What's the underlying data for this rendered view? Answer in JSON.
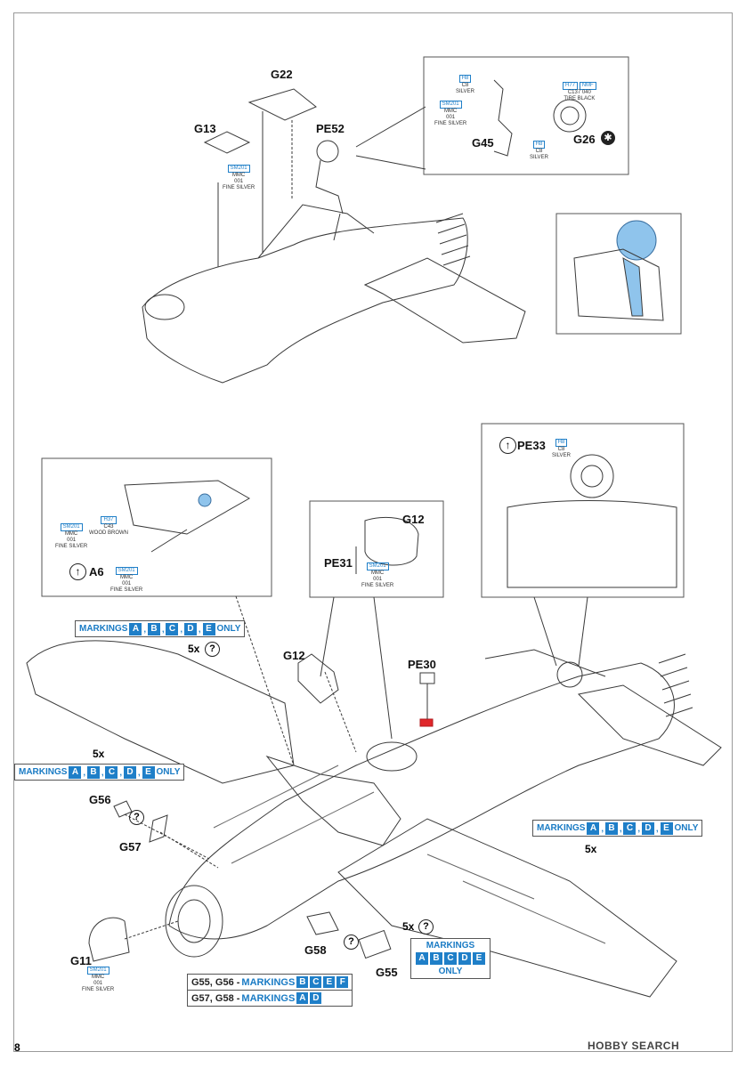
{
  "page_number": "8",
  "labels": {
    "g22": "G22",
    "g13": "G13",
    "pe52": "PE52",
    "g45": "G45",
    "g26": "G26",
    "pe33": "PE33",
    "a6": "A6",
    "g12_inset": "G12",
    "pe31": "PE31",
    "g12_main": "G12",
    "pe30": "PE30",
    "g56": "G56",
    "g57": "G57",
    "g58": "G58",
    "g55": "G55",
    "g11": "G11"
  },
  "counts": {
    "x5_a": "5x",
    "x5_b": "5x",
    "x5_c": "5x",
    "x5_d": "5x"
  },
  "paint_callouts": {
    "g13_silver": {
      "code": "SM201",
      "line2": "MMC",
      "line3": "001",
      "line4": "FINE SILVER"
    },
    "g45_top": {
      "code": "H8",
      "line2": "C8",
      "line3": "SILVER"
    },
    "g45_left": {
      "code": "SM201",
      "line2": "MMC",
      "line3": "001",
      "line4": "FINE SILVER"
    },
    "g45_bottom": {
      "code": "H8",
      "line2": "C8",
      "line3": "SILVER"
    },
    "g26_tire": {
      "code": "H77",
      "code2": "NMF",
      "line2": "C137",
      "line2b": "040",
      "line3": "TIRE BLACK"
    },
    "pe33": {
      "code": "H8",
      "line2": "C8",
      "line3": "SILVER"
    },
    "a6_wood": {
      "code": "H37",
      "line2": "C43",
      "line3": "WOOD BROWN"
    },
    "a6_silver1": {
      "code": "SM201",
      "line2": "MMC",
      "line3": "001",
      "line4": "FINE SILVER"
    },
    "a6_silver2": {
      "code": "SM201",
      "line2": "MMC",
      "line3": "001",
      "line4": "FINE SILVER"
    },
    "pe31_silver": {
      "code": "SM201",
      "line2": "MMC",
      "line3": "001",
      "line4": "FINE SILVER"
    },
    "g11_silver": {
      "code": "SM201",
      "line2": "MMC",
      "line3": "001",
      "line4": "FINE SILVER"
    }
  },
  "markings_word": "MARKINGS",
  "markings_only": "ONLY",
  "markings_set": [
    "A",
    "B",
    "C",
    "D",
    "E"
  ],
  "legend": {
    "row1_parts": "G55, G56 -",
    "row1_word": "MARKINGS",
    "row1_set": [
      "B",
      "C",
      "E",
      "F"
    ],
    "row2_parts": "G57, G58 -",
    "row2_word": "MARKINGS",
    "row2_set": [
      "A",
      "D"
    ]
  },
  "icons": {
    "question": "?",
    "dot": "•"
  },
  "watermark": "HOBBY SEARCH",
  "colors": {
    "marking_blue": "#1f7fc8",
    "highlight_red": "#e0262a",
    "part_blue": "#8fc4ec"
  }
}
